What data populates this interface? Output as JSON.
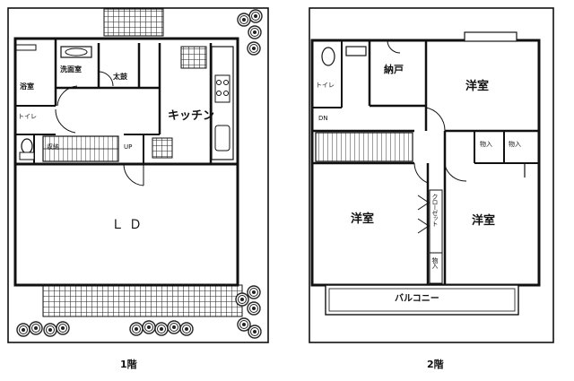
{
  "floor1": {
    "caption": "1階",
    "rooms": {
      "washroom": "洗面室",
      "bath": "浴室",
      "storage_taiko": "太鼓",
      "toilet": "トイレ",
      "kitchen": "キッチン",
      "up": "UP",
      "storage1": "収納",
      "ld": "ＬＤ"
    }
  },
  "floor2": {
    "caption": "2階",
    "rooms": {
      "toilet": "トイレ",
      "nando": "納戸",
      "western1": "洋室",
      "dn": "DN",
      "storage_a": "物入",
      "storage_b": "物入",
      "western2": "洋室",
      "western3": "洋室",
      "closet": "クローゼット",
      "storage_c": "物入",
      "balcony": "バルコニー"
    }
  },
  "colors": {
    "line": "#111111",
    "wall": "#1a1a1a",
    "hatch": "#222222",
    "tree": "#333333"
  }
}
